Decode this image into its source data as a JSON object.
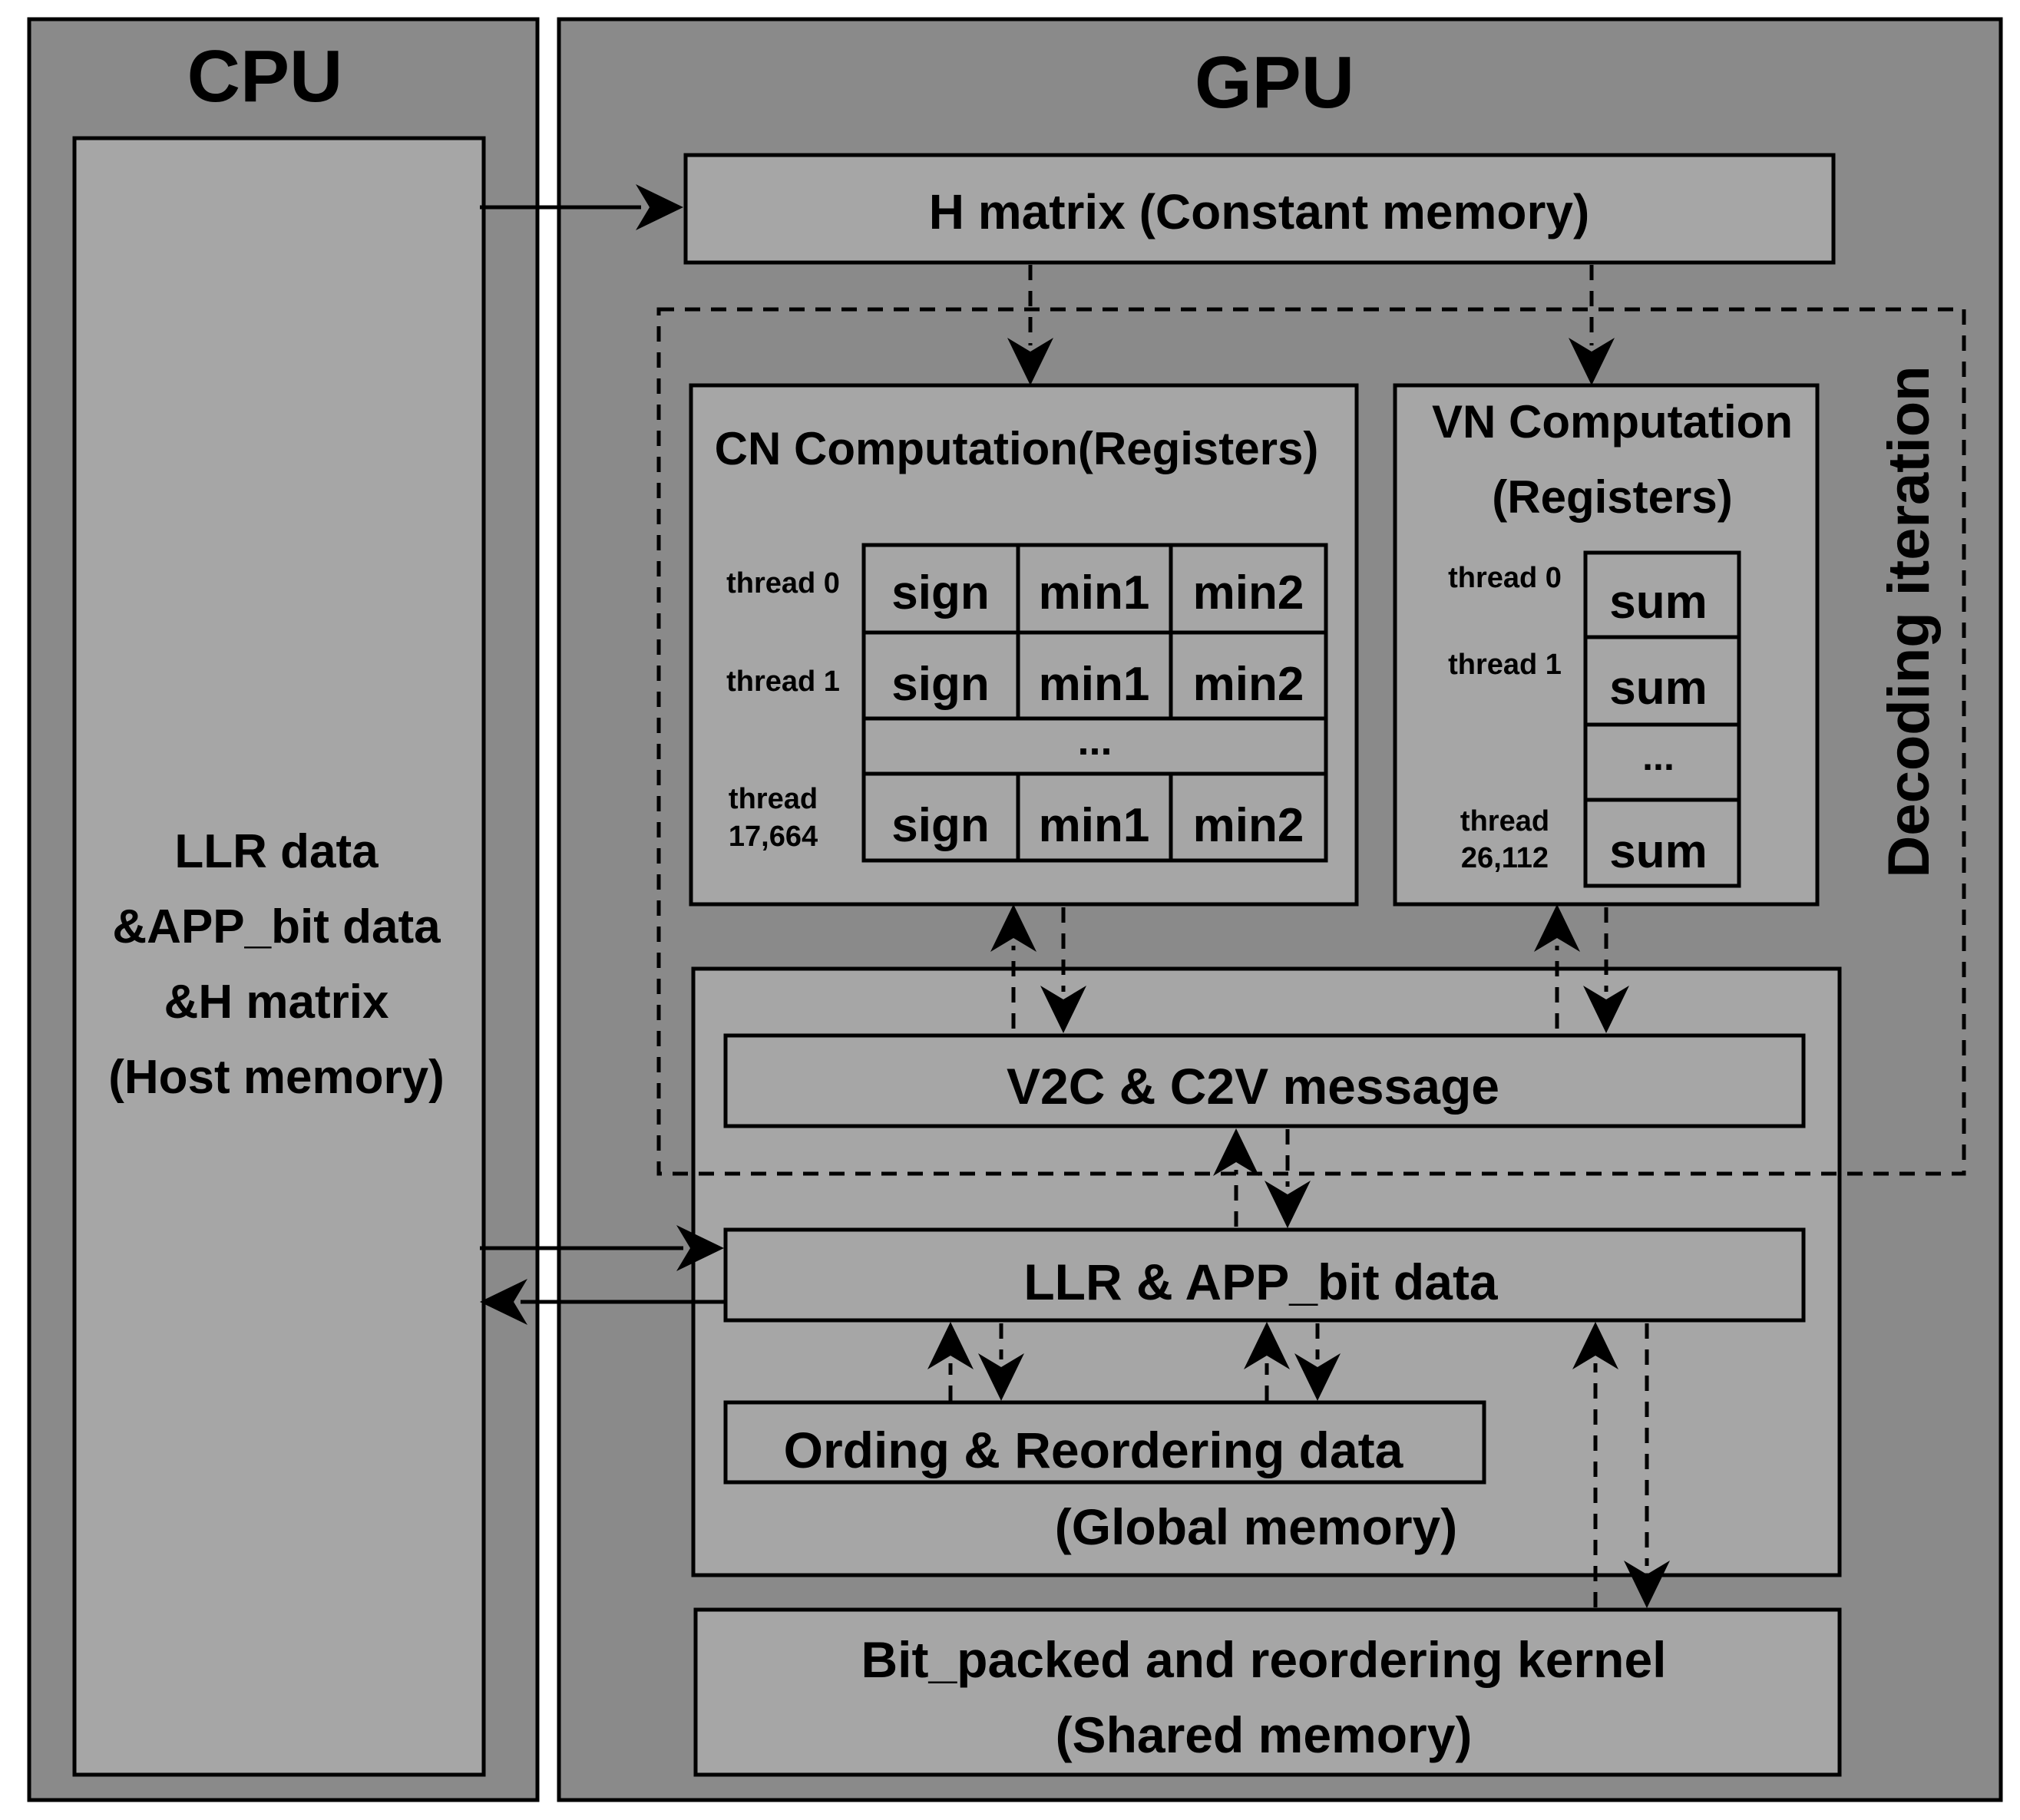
{
  "cpu": {
    "title": "CPU",
    "host_memory_lines": [
      "LLR data",
      "&APP_bit data",
      "&H matrix",
      "(Host memory)"
    ]
  },
  "gpu": {
    "title": "GPU",
    "h_matrix": "H matrix (Constant memory)",
    "decoding_iteration": "Decoding iteration",
    "cn": {
      "title": "CN Computation(Registers)",
      "rows": [
        {
          "thread": [
            "thread 0"
          ],
          "cells": [
            "sign",
            "min1",
            "min2"
          ]
        },
        {
          "thread": [
            "thread 1"
          ],
          "cells": [
            "sign",
            "min1",
            "min2"
          ]
        },
        {
          "thread": [
            "thread",
            "17,664"
          ],
          "cells": [
            "sign",
            "min1",
            "min2"
          ]
        }
      ],
      "ellipsis": "..."
    },
    "vn": {
      "title_lines": [
        "VN Computation",
        "(Registers)"
      ],
      "rows": [
        {
          "thread": [
            "thread 0"
          ],
          "cell": "sum"
        },
        {
          "thread": [
            "thread 1"
          ],
          "cell": "sum"
        },
        {
          "thread": [
            "thread",
            "26,112"
          ],
          "cell": "sum"
        }
      ],
      "ellipsis": "..."
    },
    "v2c_c2v": "V2C & C2V message",
    "llr_app": "LLR & APP_bit data",
    "ording": "Ording & Reordering data",
    "global_memory": "(Global memory)",
    "kernel_lines": [
      "Bit_packed and reordering kernel",
      "(Shared memory)"
    ]
  },
  "colors": {
    "outer_panel": "#8a8a8a",
    "inner_box": "#a6a6a6",
    "stroke": "#000000"
  }
}
